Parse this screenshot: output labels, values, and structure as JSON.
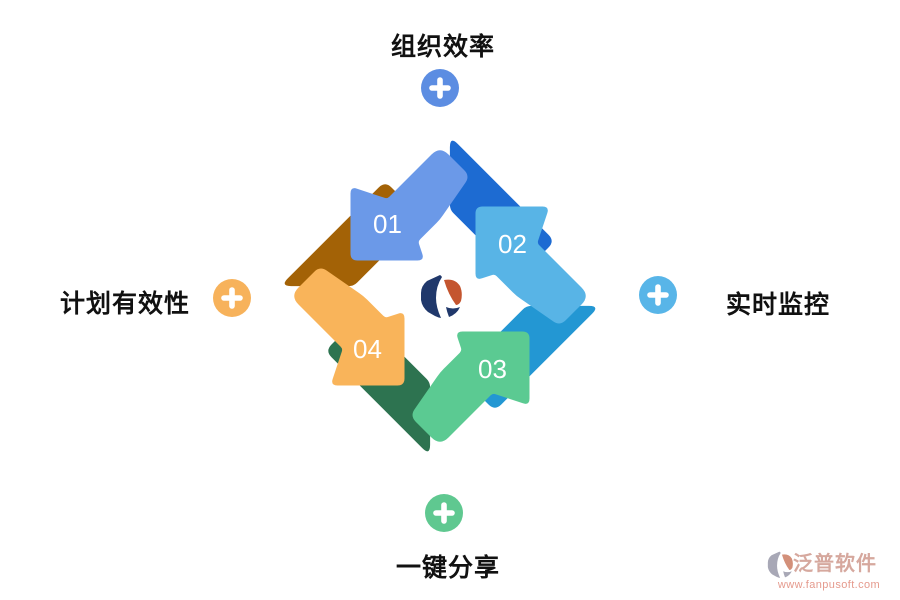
{
  "features": [
    {
      "id": "top",
      "label": "组织效率",
      "plus_color": "#5C8DE2"
    },
    {
      "id": "right",
      "label": "实时监控",
      "plus_color": "#58B5E8"
    },
    {
      "id": "bottom",
      "label": "一键分享",
      "plus_color": "#5FC890"
    },
    {
      "id": "left",
      "label": "计划有效性",
      "plus_color": "#F7B25B"
    }
  ],
  "cycle": {
    "steps": [
      {
        "number": "01",
        "body_color": "#6B99E8",
        "tail_color": "#1D6BD2"
      },
      {
        "number": "02",
        "body_color": "#58B4E6",
        "tail_color": "#2397D3"
      },
      {
        "number": "03",
        "body_color": "#5BCA92",
        "tail_color": "#2D7350"
      },
      {
        "number": "04",
        "body_color": "#F9B45A",
        "tail_color": "#A36206"
      }
    ]
  },
  "logo": {
    "navy": "#20386B",
    "red": "#C4552F"
  },
  "watermark": {
    "brand": "泛普软件",
    "url": "www.fanpusoft.com",
    "brand_color": "#D6A89E",
    "url_color": "#E59A8D",
    "icon_gray": "#A8A8B6",
    "icon_salmon": "#D3907A"
  }
}
